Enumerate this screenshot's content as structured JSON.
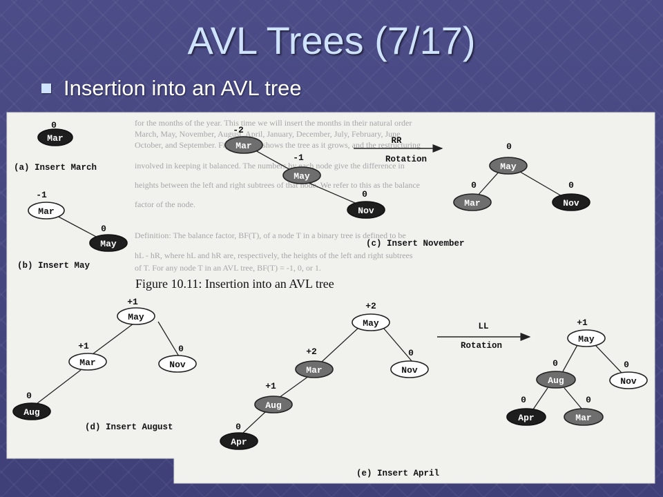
{
  "slide": {
    "title": "AVL Trees (7/17)",
    "bullet": "Insertion into an AVL tree"
  },
  "figure": {
    "caption": "Figure 10.11: Insertion into an AVL tree",
    "background_text": [
      "for the months of the year. This time we will insert the months in their natural order",
      "March, May, November, August, April, January, December, July, February, June",
      "October, and September. Figure 10.11 shows the tree as it grows, and the restructuring",
      "involved in keeping it balanced. The numbers by each node give the difference in",
      "heights between the left and right subtrees of that node. We refer to this as the balance",
      "factor of the node.",
      "Definition: The balance factor, BF(T), of a node T in a binary tree is defined to be",
      "hL - hR, where hL and hR are, respectively, the heights of the left and right subtrees",
      "of T. For any node T in an AVL tree, BF(T) = -1, 0, or 1."
    ],
    "panels": [
      {
        "caption": "(a) Insert March",
        "nodes": [
          {
            "label": "Mar",
            "bf": "0",
            "style": "dark"
          }
        ]
      },
      {
        "caption": "(b) Insert May",
        "nodes": [
          {
            "label": "Mar",
            "bf": "-1",
            "style": "light"
          },
          {
            "label": "May",
            "bf": "0",
            "style": "dark"
          }
        ]
      },
      {
        "caption": "(c) Insert November",
        "rotation": {
          "type": "RR",
          "label": "Rotation"
        },
        "before": [
          {
            "label": "Mar",
            "bf": "-2",
            "style": "gray"
          },
          {
            "label": "May",
            "bf": "-1",
            "style": "gray"
          },
          {
            "label": "Nov",
            "bf": "0",
            "style": "dark"
          }
        ],
        "after": [
          {
            "label": "May",
            "bf": "0",
            "style": "gray"
          },
          {
            "label": "Mar",
            "bf": "0",
            "style": "gray"
          },
          {
            "label": "Nov",
            "bf": "0",
            "style": "dark"
          }
        ]
      },
      {
        "caption": "(d) Insert August",
        "nodes": [
          {
            "label": "May",
            "bf": "+1",
            "style": "light"
          },
          {
            "label": "Mar",
            "bf": "+1",
            "style": "light"
          },
          {
            "label": "Nov",
            "bf": "0",
            "style": "light"
          },
          {
            "label": "Aug",
            "bf": "0",
            "style": "dark"
          }
        ]
      },
      {
        "caption": "(e) Insert April",
        "rotation": {
          "type": "LL",
          "label": "Rotation"
        },
        "before": [
          {
            "label": "May",
            "bf": "+2",
            "style": "light"
          },
          {
            "label": "Mar",
            "bf": "+2",
            "style": "gray"
          },
          {
            "label": "Nov",
            "bf": "0",
            "style": "light"
          },
          {
            "label": "Aug",
            "bf": "+1",
            "style": "gray"
          },
          {
            "label": "Apr",
            "bf": "0",
            "style": "dark"
          }
        ],
        "after": [
          {
            "label": "May",
            "bf": "+1",
            "style": "light"
          },
          {
            "label": "Aug",
            "bf": "0",
            "style": "gray"
          },
          {
            "label": "Nov",
            "bf": "0",
            "style": "light"
          },
          {
            "label": "Apr",
            "bf": "0",
            "style": "dark"
          },
          {
            "label": "Mar",
            "bf": "0",
            "style": "gray"
          }
        ]
      }
    ]
  }
}
